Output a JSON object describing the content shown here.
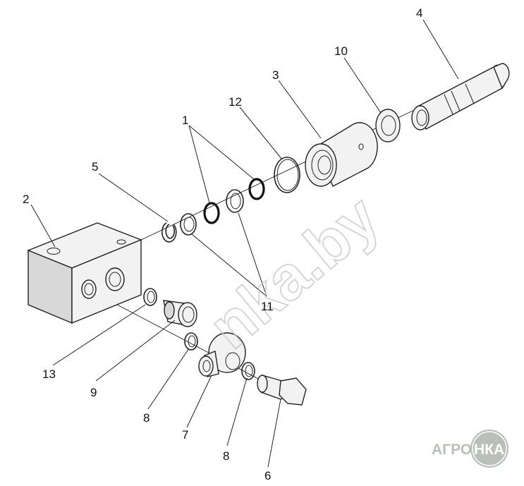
{
  "diagram": {
    "callouts": {
      "c1": "1",
      "c2": "2",
      "c3": "3",
      "c4": "4",
      "c5": "5",
      "c6": "6",
      "c7": "7",
      "c8a": "8",
      "c8b": "8",
      "c9": "9",
      "c10": "10",
      "c11": "11",
      "c12": "12",
      "c13": "13"
    },
    "watermark": "nka.by",
    "logo": {
      "left": "АГРО",
      "inside": "НКА"
    },
    "colors": {
      "line": "#222222",
      "logo": "#b9bfb9",
      "watermark": "#c9c9c9"
    }
  }
}
